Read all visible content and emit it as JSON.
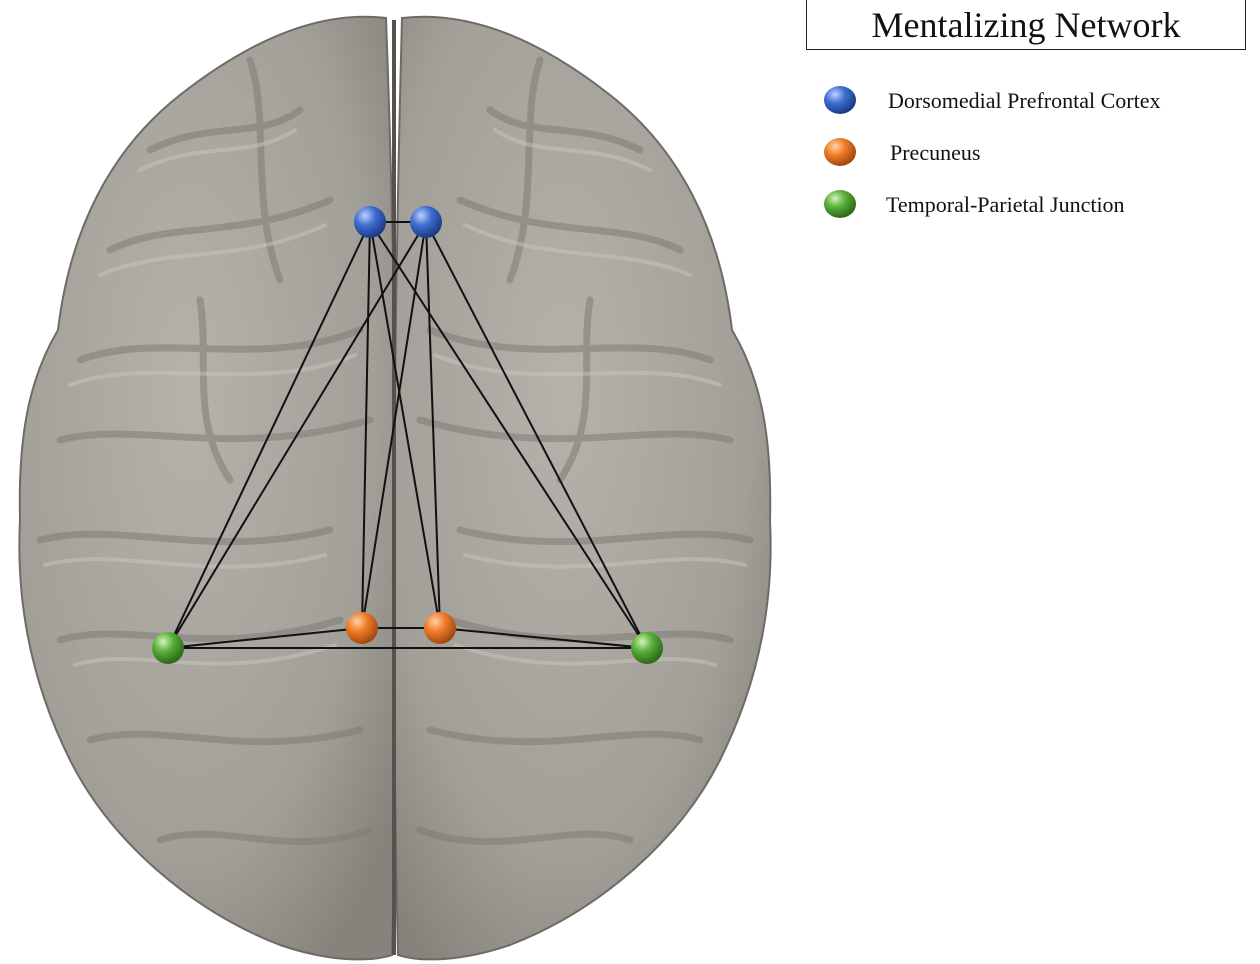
{
  "title": "Mentalizing Network",
  "legend": [
    {
      "id": "dmpfc",
      "label": "Dorsomedial Prefrontal Cortex",
      "color": "#3f6fd1"
    },
    {
      "id": "precuneus",
      "label": "Precuneus",
      "color": "#f07d2a"
    },
    {
      "id": "tpj",
      "label": "Temporal-Parietal Junction",
      "color": "#5ab03a"
    }
  ],
  "nodes": [
    {
      "id": "dmpfc-left",
      "region": "dmpfc"
    },
    {
      "id": "dmpfc-right",
      "region": "dmpfc"
    },
    {
      "id": "precuneus-left",
      "region": "precuneus"
    },
    {
      "id": "precuneus-right",
      "region": "precuneus"
    },
    {
      "id": "tpj-left",
      "region": "tpj"
    },
    {
      "id": "tpj-right",
      "region": "tpj"
    }
  ],
  "edges": [
    [
      "dmpfc-left",
      "dmpfc-right"
    ],
    [
      "dmpfc-left",
      "precuneus-left"
    ],
    [
      "dmpfc-left",
      "precuneus-right"
    ],
    [
      "dmpfc-left",
      "tpj-left"
    ],
    [
      "dmpfc-left",
      "tpj-right"
    ],
    [
      "dmpfc-right",
      "precuneus-left"
    ],
    [
      "dmpfc-right",
      "precuneus-right"
    ],
    [
      "dmpfc-right",
      "tpj-left"
    ],
    [
      "dmpfc-right",
      "tpj-right"
    ],
    [
      "precuneus-left",
      "precuneus-right"
    ],
    [
      "precuneus-left",
      "tpj-left"
    ],
    [
      "precuneus-right",
      "tpj-right"
    ],
    [
      "tpj-left",
      "tpj-right"
    ]
  ]
}
